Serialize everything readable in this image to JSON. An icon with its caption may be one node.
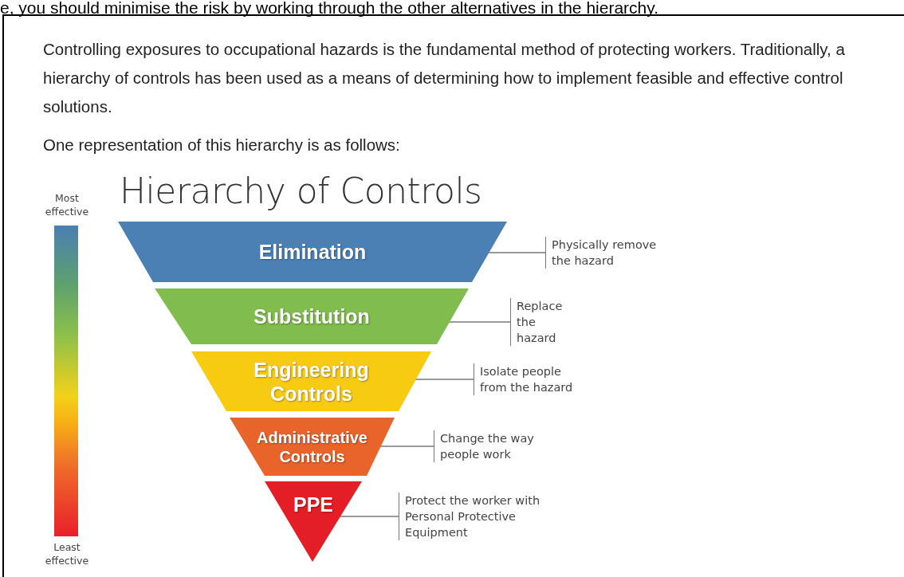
{
  "diagram": {
    "title": "Hierarchy of Controls",
    "nodes": [
      {
        "text": [
          "Elimination"
        ]
      },
      {
        "text": [
          "Substitution"
        ]
      },
      {
        "text": [
          "Engineering Controls"
        ]
      },
      {
        "text": [
          "Administrative Controls"
        ]
      },
      {
        "text": [
          "PPE"
        ]
      },
      {
        "text": [
          "Physically remove the hazard"
        ]
      },
      {
        "text": [
          "Replace the hazard"
        ]
      },
      {
        "text": [
          "Isolate people from the hazard"
        ]
      },
      {
        "text": [
          "Change the way people work"
        ]
      },
      {
        "text": [
          "Protect the worker with Personal Protective Equipment"
        ]
      },
      {
        "text": [],
        "shape": "bar"
      }
    ],
    "edges": [
      {
        "from": 5,
        "to": 0,
        "arrow": "none"
      },
      {
        "from": 6,
        "to": 1,
        "arrow": "none"
      },
      {
        "from": 7,
        "to": 2,
        "arrow": "none"
      },
      {
        "from": 8,
        "to": 3,
        "arrow": "none"
      },
      {
        "from": 9,
        "to": 4,
        "arrow": "none"
      }
    ],
    "labels": [
      "e, you should minimise the risk by working through the other alternatives in the hierarchy.",
      "Controlling exposures to occupational hazards is the fundamental method of protecting workers. Traditionally, a hierarchy of controls has been used as a means of determining how to implement feasible and effective control solutions.",
      "One representation of this hierarchy is as follows:",
      "Most effective",
      "Least effective"
    ]
  }
}
